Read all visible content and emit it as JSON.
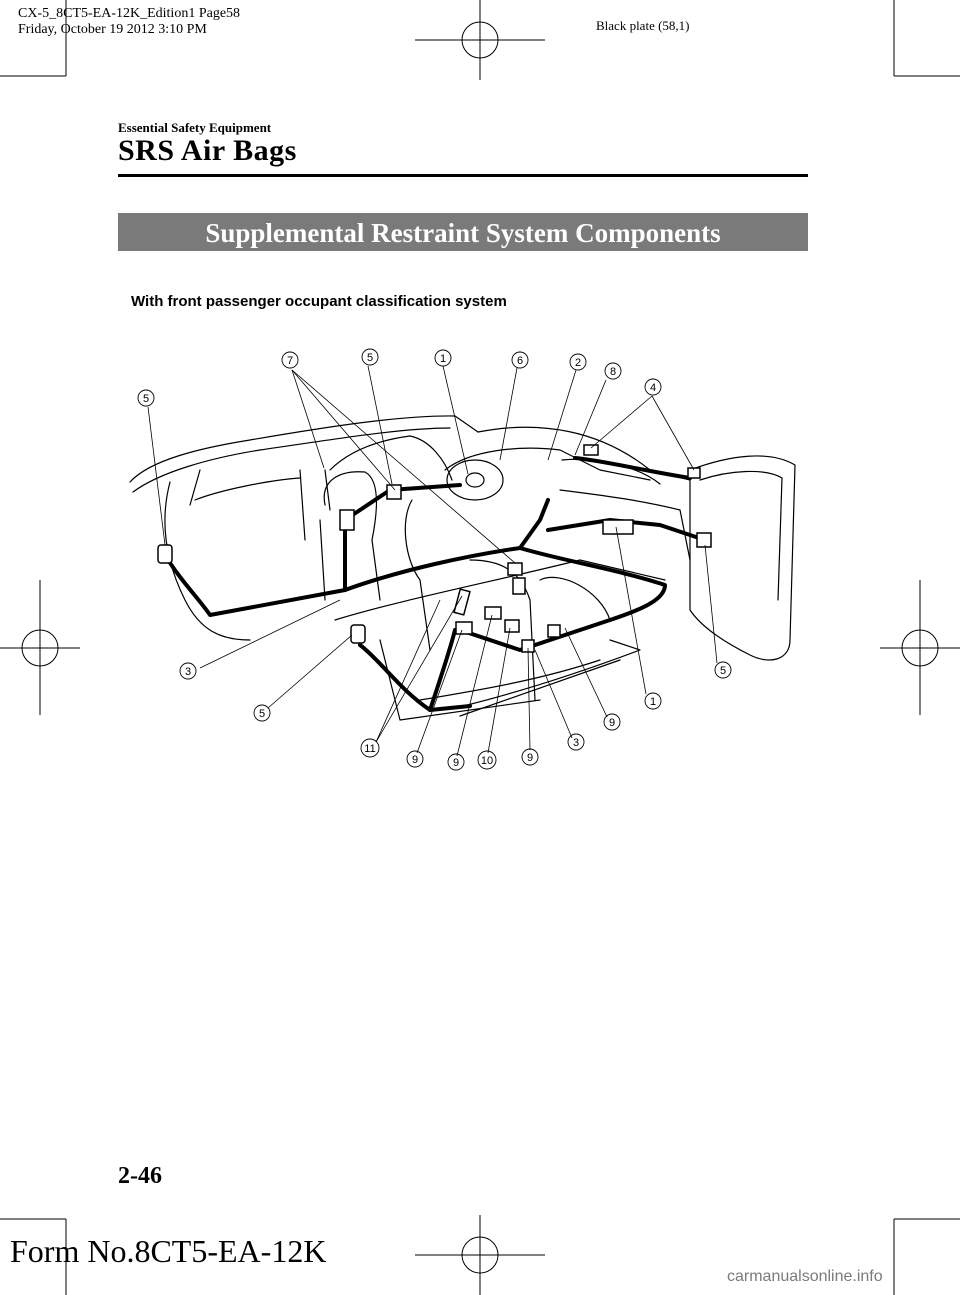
{
  "print_info": {
    "line1": "CX-5_8CT5-EA-12K_Edition1 Page58",
    "line2": "Friday, October 19 2012 3:10 PM"
  },
  "plate": "Black plate (58,1)",
  "section": "Essential Safety Equipment",
  "chapter": "SRS Air Bags",
  "banner": "Supplemental Restraint System Components",
  "subheading": "With front passenger occupant classification system",
  "diagram": {
    "callouts": [
      {
        "id": "c7a",
        "label": "7"
      },
      {
        "id": "c5a",
        "label": "5"
      },
      {
        "id": "c1a",
        "label": "1"
      },
      {
        "id": "c6",
        "label": "6"
      },
      {
        "id": "c2",
        "label": "2"
      },
      {
        "id": "c8",
        "label": "8"
      },
      {
        "id": "c4",
        "label": "4"
      },
      {
        "id": "c5b",
        "label": "5"
      },
      {
        "id": "c3a",
        "label": "3"
      },
      {
        "id": "c5c",
        "label": "5"
      },
      {
        "id": "c5d",
        "label": "5"
      },
      {
        "id": "c1b",
        "label": "1"
      },
      {
        "id": "c9a",
        "label": "9"
      },
      {
        "id": "c11",
        "label": "11"
      },
      {
        "id": "c9b",
        "label": "9"
      },
      {
        "id": "c9c",
        "label": "9"
      },
      {
        "id": "c10",
        "label": "10"
      },
      {
        "id": "c9d",
        "label": "9"
      },
      {
        "id": "c3b",
        "label": "3"
      }
    ]
  },
  "page_number": "2-46",
  "form_number": "Form No.8CT5-EA-12K",
  "watermark": "carmanualsonline.info"
}
